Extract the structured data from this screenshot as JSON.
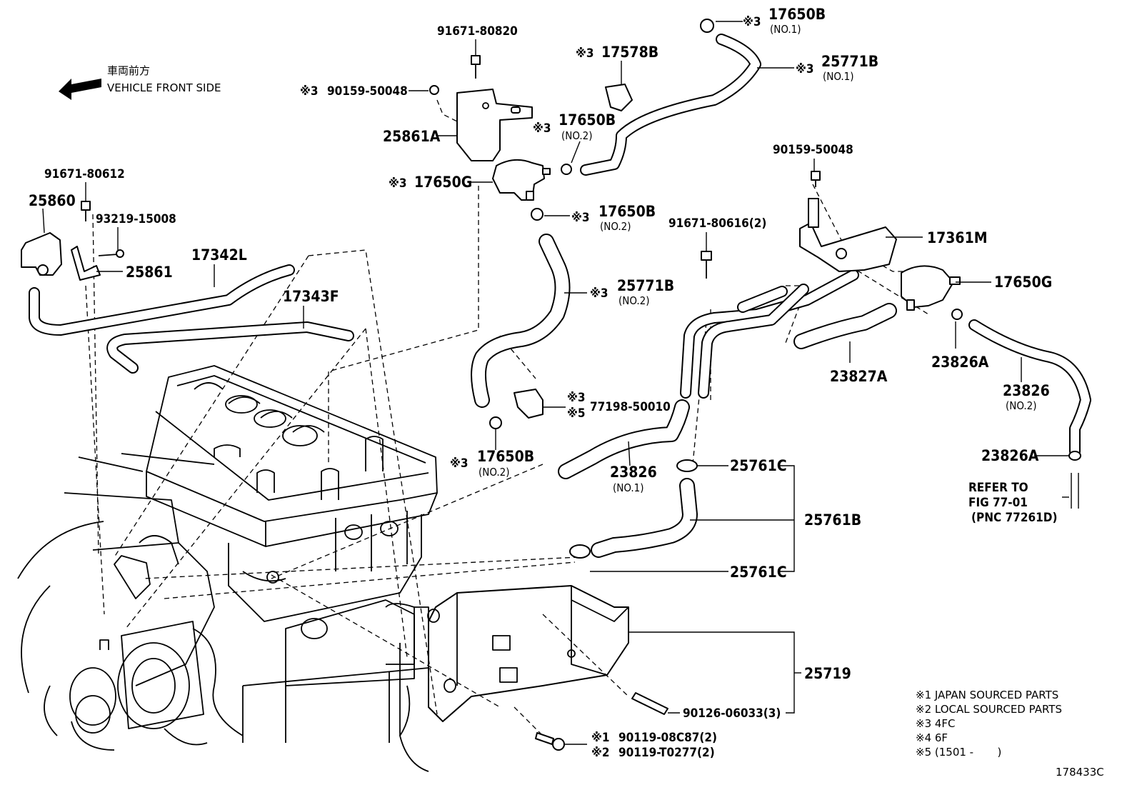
{
  "orientation": {
    "jp": "車両前方",
    "en": "VEHICLE FRONT SIDE"
  },
  "callouts": [
    {
      "id": "c1",
      "prefix": "",
      "text": "91671-80820",
      "sub": ""
    },
    {
      "id": "c2",
      "prefix": "※3",
      "text": "90159-50048",
      "sub": ""
    },
    {
      "id": "c3",
      "prefix": "",
      "text": "25861A",
      "sub": ""
    },
    {
      "id": "c4",
      "prefix": "※3",
      "text": "17650G",
      "sub": ""
    },
    {
      "id": "c5",
      "prefix": "※3",
      "text": "17578B",
      "sub": ""
    },
    {
      "id": "c6",
      "prefix": "※3",
      "text": "17650B",
      "sub": "(NO.2)"
    },
    {
      "id": "c7",
      "prefix": "※3",
      "text": "17650B",
      "sub": "(NO.1)"
    },
    {
      "id": "c8",
      "prefix": "※3",
      "text": "25771B",
      "sub": "(NO.1)"
    },
    {
      "id": "c9",
      "prefix": "※3",
      "text": "17650B",
      "sub": "(NO.2)"
    },
    {
      "id": "c10",
      "prefix": "※3",
      "text": "25771B",
      "sub": "(NO.2)"
    },
    {
      "id": "c11",
      "prefix": "※3",
      "text": "77198-50010",
      "sub": "",
      "prefix2": "※5"
    },
    {
      "id": "c12",
      "prefix": "※3",
      "text": "17650B",
      "sub": "(NO.2)"
    },
    {
      "id": "c13",
      "prefix": "",
      "text": "91671-80612",
      "sub": ""
    },
    {
      "id": "c14",
      "prefix": "",
      "text": "25860",
      "sub": ""
    },
    {
      "id": "c15",
      "prefix": "",
      "text": "93219-15008",
      "sub": ""
    },
    {
      "id": "c16",
      "prefix": "",
      "text": "25861",
      "sub": ""
    },
    {
      "id": "c17",
      "prefix": "",
      "text": "17342L",
      "sub": ""
    },
    {
      "id": "c18",
      "prefix": "",
      "text": "17343F",
      "sub": ""
    },
    {
      "id": "c19",
      "prefix": "",
      "text": "90159-50048",
      "sub": ""
    },
    {
      "id": "c20",
      "prefix": "",
      "text": "91671-80616(2)",
      "sub": ""
    },
    {
      "id": "c21",
      "prefix": "",
      "text": "17361M",
      "sub": ""
    },
    {
      "id": "c22",
      "prefix": "",
      "text": "17650G",
      "sub": ""
    },
    {
      "id": "c23",
      "prefix": "",
      "text": "23826A",
      "sub": ""
    },
    {
      "id": "c24",
      "prefix": "",
      "text": "23827A",
      "sub": ""
    },
    {
      "id": "c25",
      "prefix": "",
      "text": "23826",
      "sub": "(NO.2)"
    },
    {
      "id": "c26",
      "prefix": "",
      "text": "23826A",
      "sub": ""
    },
    {
      "id": "c27",
      "prefix": "",
      "text": "23826",
      "sub": "(NO.1)"
    },
    {
      "id": "c28",
      "prefix": "",
      "text": "25761C",
      "sub": ""
    },
    {
      "id": "c29",
      "prefix": "",
      "text": "25761B",
      "sub": ""
    },
    {
      "id": "c30",
      "prefix": "",
      "text": "25761C",
      "sub": ""
    },
    {
      "id": "c31",
      "prefix": "",
      "text": "25719",
      "sub": ""
    },
    {
      "id": "c32",
      "prefix": "",
      "text": "90126-06033(3)",
      "sub": ""
    },
    {
      "id": "c33",
      "prefix": "※1",
      "text": "90119-08C87(2)",
      "sub": ""
    },
    {
      "id": "c34",
      "prefix": "※2",
      "text": "90119-T0277(2)",
      "sub": ""
    }
  ],
  "refer": {
    "line1": "REFER TO",
    "line2": "FIG 77-01",
    "line3": "(PNC 77261D)"
  },
  "legend": [
    "※1 JAPAN SOURCED PARTS",
    "※2 LOCAL SOURCED PARTS",
    "※3 4FC",
    "※4 6F",
    "※5 (1501 -       )"
  ],
  "figure_code": "178433C"
}
